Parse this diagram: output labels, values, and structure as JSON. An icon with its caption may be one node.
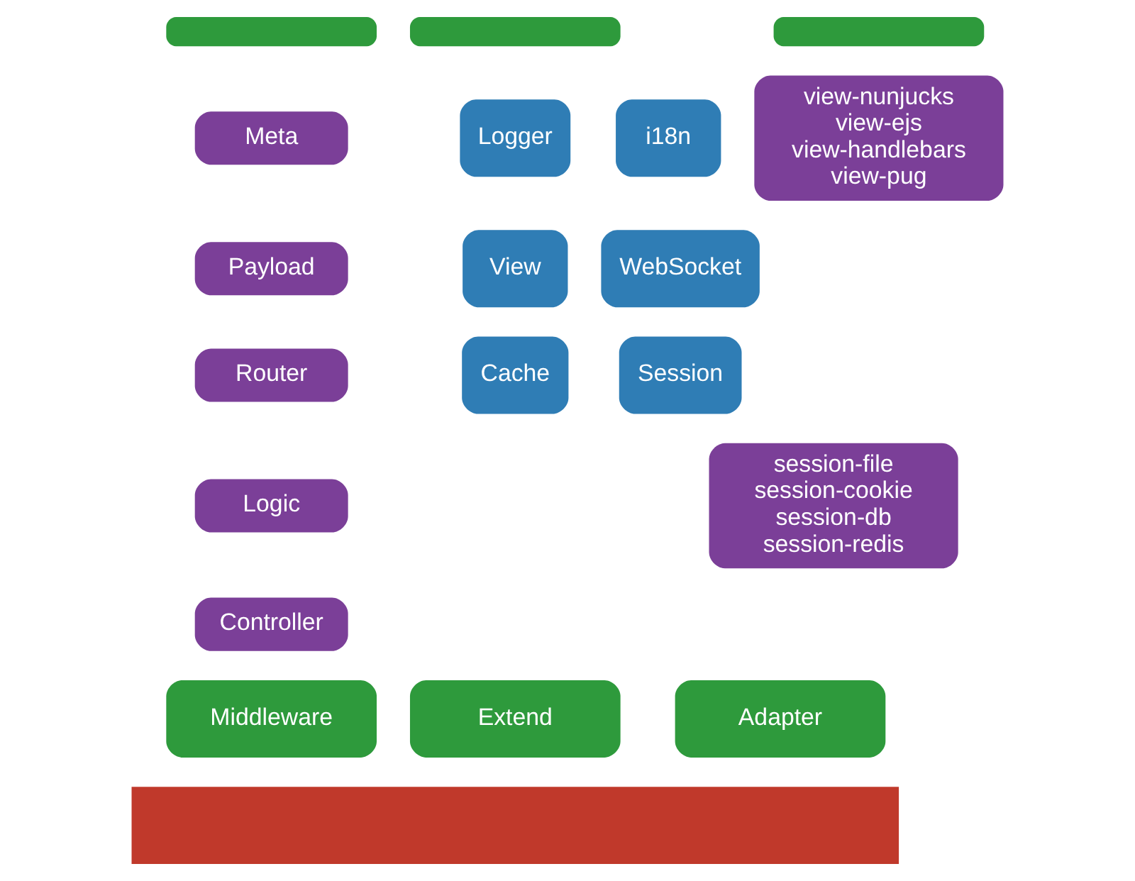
{
  "diagram": {
    "nodes": [
      {
        "text": [],
        "shape": "box"
      },
      {
        "text": [],
        "shape": "box"
      },
      {
        "text": [],
        "shape": "box"
      },
      {
        "text": [
          "Meta"
        ]
      },
      {
        "text": [
          "Payload"
        ]
      },
      {
        "text": [
          "Router"
        ]
      },
      {
        "text": [
          "Logic"
        ]
      },
      {
        "text": [
          "Controller"
        ]
      },
      {
        "text": [
          "Middleware"
        ]
      },
      {
        "text": [
          "Logger"
        ]
      },
      {
        "text": [
          "i18n"
        ]
      },
      {
        "text": [
          "View"
        ]
      },
      {
        "text": [
          "WebSocket"
        ]
      },
      {
        "text": [
          "Cache"
        ]
      },
      {
        "text": [
          "Session"
        ]
      },
      {
        "text": [
          "Extend"
        ]
      },
      {
        "text": [
          "view-nunjucks",
          "view-ejs",
          "view-handlebars",
          "view-pug"
        ]
      },
      {
        "text": [
          "session-file",
          "session-cookie",
          "session-db",
          "session-redis"
        ]
      },
      {
        "text": [
          "Adapter"
        ]
      },
      {
        "text": [],
        "shape": "bar"
      }
    ]
  }
}
